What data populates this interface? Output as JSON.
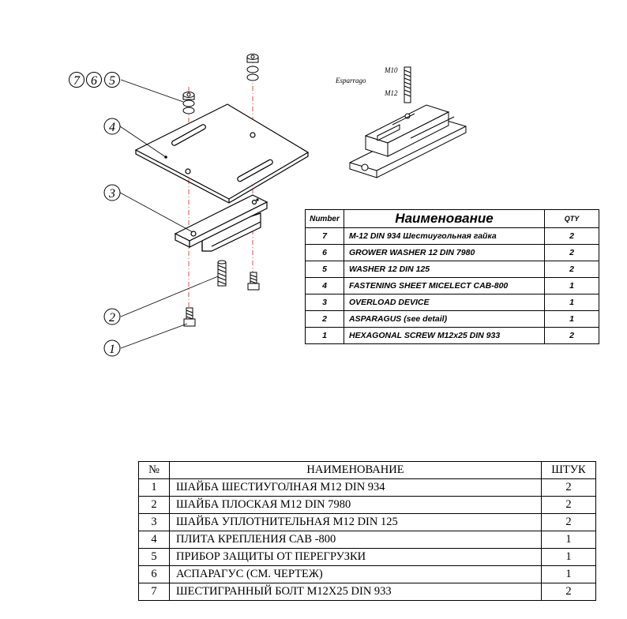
{
  "drawing": {
    "callouts": [
      "7",
      "6",
      "5",
      "4",
      "3",
      "2",
      "1"
    ],
    "detail_label": "Esparrago",
    "detail_thread_top": "M10",
    "detail_thread_bottom": "M12"
  },
  "parts_table": {
    "headers": {
      "number": "Number",
      "name": "Наименование",
      "qty": "QTY"
    },
    "rows": [
      {
        "number": "7",
        "name": "M-12 DIN 934 Шестиугольная гайка",
        "qty": "2"
      },
      {
        "number": "6",
        "name": "GROWER WASHER  12 DIN 7980",
        "qty": "2"
      },
      {
        "number": "5",
        "name": "WASHER  12 DIN 125",
        "qty": "2"
      },
      {
        "number": "4",
        "name": "FASTENING SHEET  MICELECT CAB-800",
        "qty": "1"
      },
      {
        "number": "3",
        "name": "OVERLOAD DEVICE",
        "qty": "1"
      },
      {
        "number": "2",
        "name": "ASPARAGUS (see detail)",
        "qty": "1"
      },
      {
        "number": "1",
        "name": "HEXAGONAL SCREW  M12x25 DIN 933",
        "qty": "2"
      }
    ]
  },
  "ru_table": {
    "headers": {
      "number": "№",
      "name": "НАИМЕНОВАНИЕ",
      "qty": "ШТУК"
    },
    "rows": [
      {
        "number": "1",
        "name": "ШАЙБА ШЕСТИУГОЛНАЯ  М12 DIN 934",
        "qty": "2"
      },
      {
        "number": "2",
        "name": "ШАЙБА ПЛОСКАЯ М12 DIN 7980",
        "qty": "2"
      },
      {
        "number": "3",
        "name": "ШАЙБА УПЛОТНИТЕЛЬНАЯ  М12 DIN 125",
        "qty": "2"
      },
      {
        "number": "4",
        "name": "ПЛИТА КРЕПЛЕНИЯ САВ -800",
        "qty": "1"
      },
      {
        "number": "5",
        "name": "ПРИБОР ЗАЩИТЫ ОТ ПЕРЕГРУЗКИ",
        "qty": "1"
      },
      {
        "number": "6",
        "name": "АСПАРАГУС  (СМ. ЧЕРТЕЖ)",
        "qty": "1"
      },
      {
        "number": "7",
        "name": "ШЕСТИГРАННЫЙ БОЛТ М12Х25 DIN 933",
        "qty": "2"
      }
    ]
  }
}
